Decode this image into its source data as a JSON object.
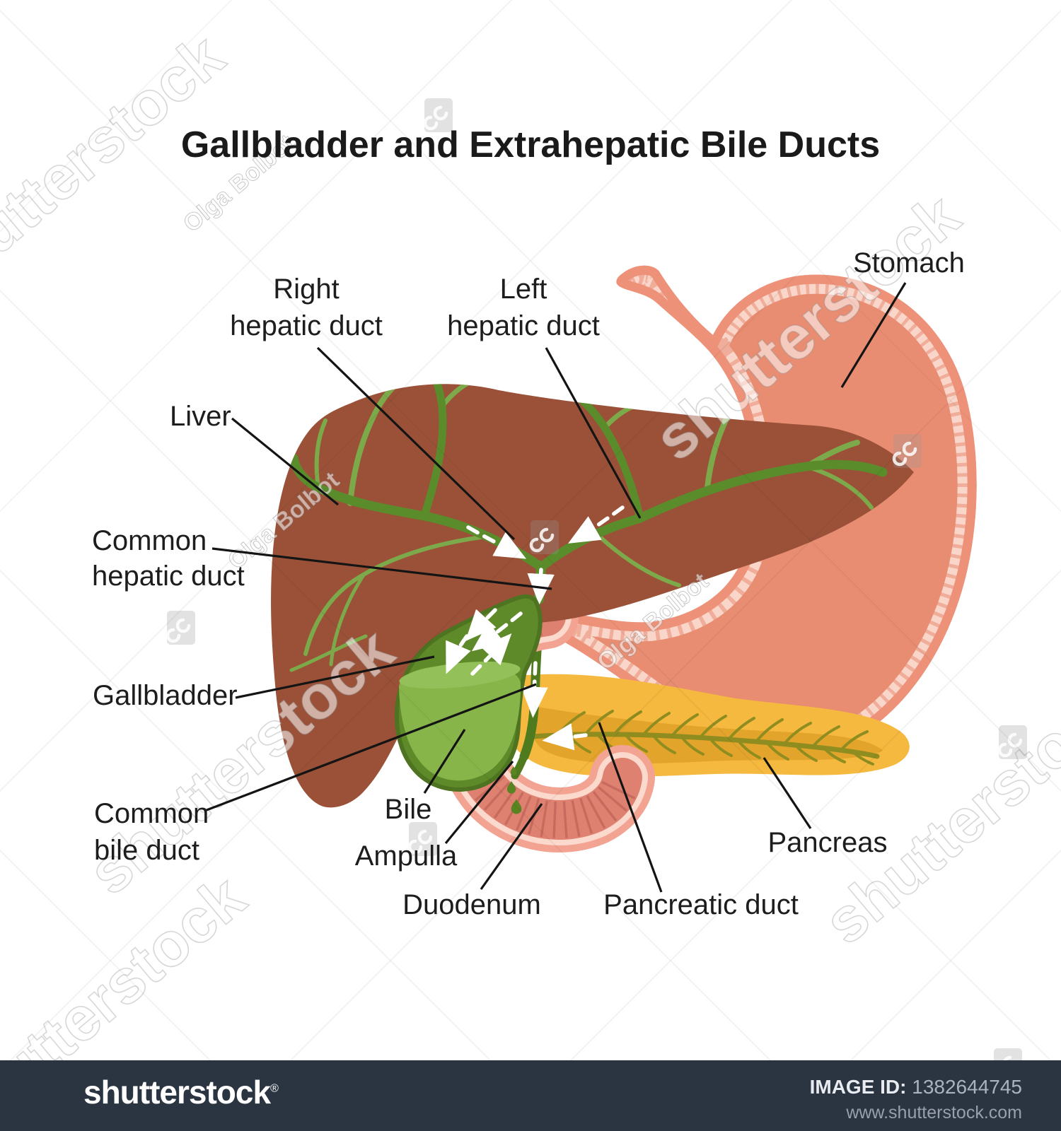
{
  "title": "Gallbladder and Extrahepatic Bile Ducts",
  "labels": {
    "stomach": "Stomach",
    "right_hepatic_duct": {
      "line1": "Right",
      "line2": "hepatic duct"
    },
    "left_hepatic_duct": {
      "line1": "Left",
      "line2": "hepatic duct"
    },
    "liver": "Liver",
    "common_hepatic_duct": {
      "line1": "Common",
      "line2": "hepatic duct"
    },
    "gallbladder": "Gallbladder",
    "common_bile_duct": {
      "line1": "Common",
      "line2": "bile duct"
    },
    "bile": "Bile",
    "ampulla": "Ampulla",
    "duodenum": "Duodenum",
    "pancreatic_duct": "Pancreatic duct",
    "pancreas": "Pancreas"
  },
  "watermarks": {
    "brand": "shutterstock",
    "artist": "Olga Bolbot"
  },
  "footer": {
    "logo": "shutterstock",
    "reg_mark": "®",
    "image_id_label": "IMAGE ID:",
    "image_id": "1382644745",
    "website": "www.shutterstock.com"
  },
  "palette": {
    "liver": "#9A5138",
    "duct_green_dark": "#5B8C2B",
    "duct_green_light": "#7CA94A",
    "gallbladder_dark": "#5F8A29",
    "gallbladder_outline": "#4E7321",
    "bile_light": "#87B54A",
    "bile_surface": "#93C058",
    "common_bile_duct": "#4F7A1E",
    "stomach_outer": "#EE9179",
    "stomach_band": "#F9D6C9",
    "stomach_inner": "#E88D72",
    "duodenum_outer": "#F2A392",
    "duodenum_band": "#FBD9CC",
    "duodenum_lumen": "#DE8170",
    "duodenum_ridge": "#C4685C",
    "pancreas": "#F5B93F",
    "pancreas_inner": "#E3A42C",
    "pancreas_duct": "#8F8D1F",
    "footer_bar": "#2B3441"
  }
}
